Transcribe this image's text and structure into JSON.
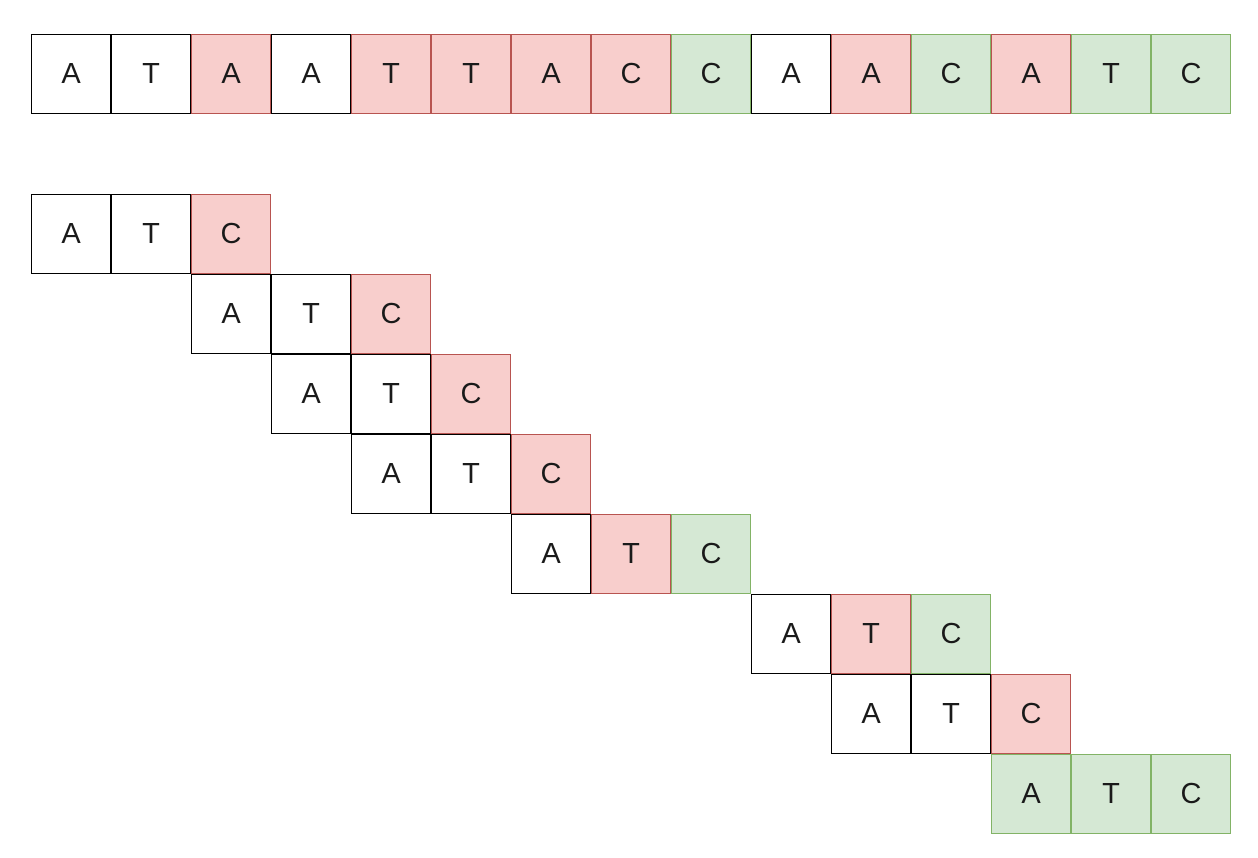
{
  "colors": {
    "none_fill": "#ffffff",
    "none_stroke": "#000000",
    "mismatch_fill": "#f8cecc",
    "mismatch_stroke": "#b85450",
    "match_fill": "#d5e8d4",
    "match_stroke": "#82b366"
  },
  "text_sequence": {
    "letters": [
      "A",
      "T",
      "A",
      "A",
      "T",
      "T",
      "A",
      "C",
      "C",
      "A",
      "A",
      "C",
      "A",
      "T",
      "C"
    ],
    "states": [
      "none",
      "none",
      "mismatch",
      "none",
      "mismatch",
      "mismatch",
      "mismatch",
      "mismatch",
      "match",
      "none",
      "mismatch",
      "match",
      "mismatch",
      "match",
      "match"
    ]
  },
  "pattern_alignments": [
    {
      "offset": 0,
      "letters": [
        "A",
        "T",
        "C"
      ],
      "states": [
        "none",
        "none",
        "mismatch"
      ]
    },
    {
      "offset": 2,
      "letters": [
        "A",
        "T",
        "C"
      ],
      "states": [
        "none",
        "none",
        "mismatch"
      ]
    },
    {
      "offset": 3,
      "letters": [
        "A",
        "T",
        "C"
      ],
      "states": [
        "none",
        "none",
        "mismatch"
      ]
    },
    {
      "offset": 4,
      "letters": [
        "A",
        "T",
        "C"
      ],
      "states": [
        "none",
        "none",
        "mismatch"
      ]
    },
    {
      "offset": 6,
      "letters": [
        "A",
        "T",
        "C"
      ],
      "states": [
        "none",
        "mismatch",
        "match"
      ]
    },
    {
      "offset": 9,
      "letters": [
        "A",
        "T",
        "C"
      ],
      "states": [
        "none",
        "mismatch",
        "match"
      ]
    },
    {
      "offset": 10,
      "letters": [
        "A",
        "T",
        "C"
      ],
      "states": [
        "none",
        "none",
        "mismatch"
      ]
    },
    {
      "offset": 12,
      "letters": [
        "A",
        "T",
        "C"
      ],
      "states": [
        "match",
        "match",
        "match"
      ]
    }
  ]
}
